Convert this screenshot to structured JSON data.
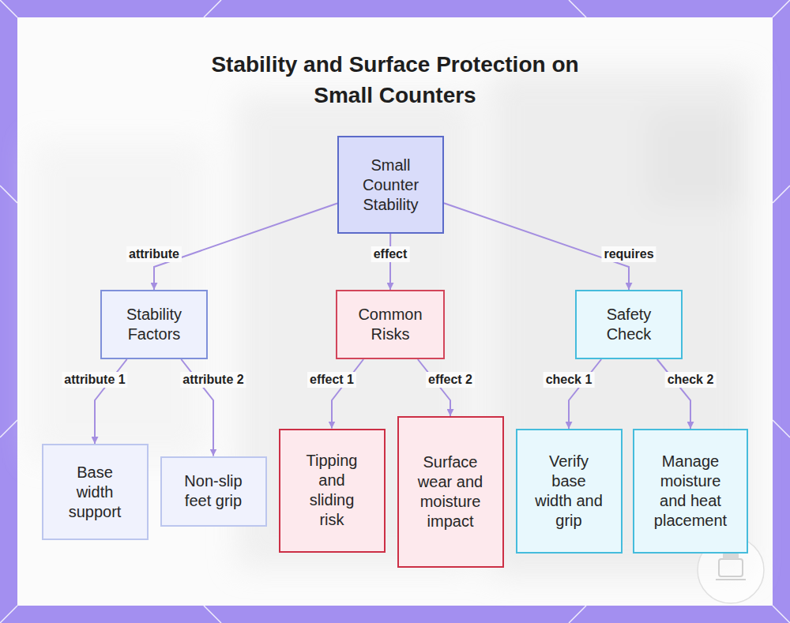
{
  "diagram": {
    "title": "Stability and Surface Protection on Small Counters",
    "nodes": [
      {
        "text": [
          "Small Counter Stability"
        ]
      },
      {
        "text": [
          "Stability Factors"
        ]
      },
      {
        "text": [
          "Common Risks"
        ]
      },
      {
        "text": [
          "Safety Check"
        ]
      },
      {
        "text": [
          "Base width support"
        ]
      },
      {
        "text": [
          "Non-slip feet grip"
        ]
      },
      {
        "text": [
          "Tipping and sliding risk"
        ]
      },
      {
        "text": [
          "Surface wear and moisture impact"
        ]
      },
      {
        "text": [
          "Verify base width and grip"
        ]
      },
      {
        "text": [
          "Manage moisture and heat placement"
        ]
      }
    ],
    "edges": [
      {
        "from": 0,
        "to": 1,
        "label": "attribute",
        "arrow": "to"
      },
      {
        "from": 0,
        "to": 2,
        "label": "effect",
        "arrow": "to"
      },
      {
        "from": 0,
        "to": 3,
        "label": "requires",
        "arrow": "to"
      },
      {
        "from": 1,
        "to": 4,
        "label": "attribute 1",
        "arrow": "to"
      },
      {
        "from": 1,
        "to": 5,
        "label": "attribute 2",
        "arrow": "to"
      },
      {
        "from": 2,
        "to": 6,
        "label": "effect 1",
        "arrow": "to"
      },
      {
        "from": 2,
        "to": 7,
        "label": "effect 2",
        "arrow": "to"
      },
      {
        "from": 3,
        "to": 8,
        "label": "check 1",
        "arrow": "to"
      },
      {
        "from": 3,
        "to": 9,
        "label": "check 2",
        "arrow": "to"
      }
    ]
  }
}
